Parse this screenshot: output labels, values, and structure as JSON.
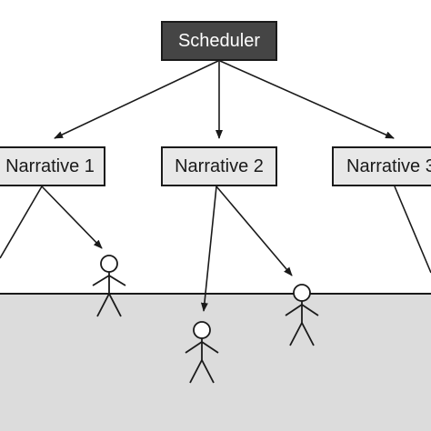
{
  "diagram": {
    "scheduler": {
      "label": "Scheduler"
    },
    "narratives": [
      {
        "label": "Narrative 1"
      },
      {
        "label": "Narrative 2"
      },
      {
        "label": "Narrative 3"
      }
    ],
    "agents_count": 3
  },
  "colors": {
    "scheduler_fill": "#454545",
    "narrative_fill": "#e8e8e8",
    "ground_fill": "#dcdcdc",
    "stroke": "#1a1a1a"
  }
}
